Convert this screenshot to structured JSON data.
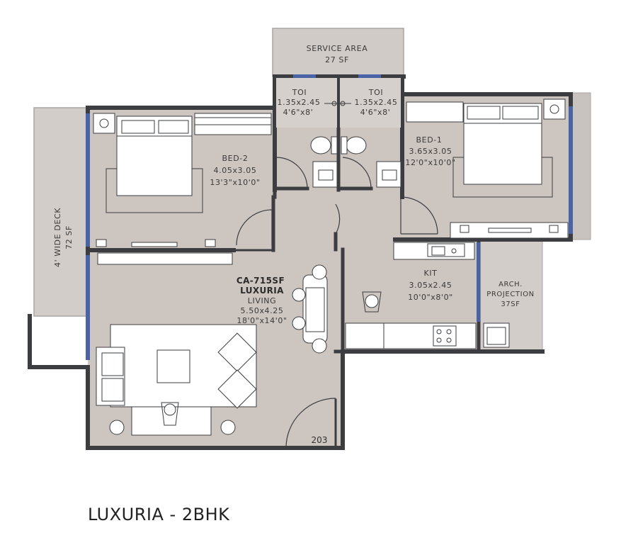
{
  "plan_title": "LUXURIA - 2BHK",
  "unit_number": "203",
  "rooms": {
    "service_area": {
      "name": "SERVICE AREA",
      "area": "27 SF"
    },
    "toi_left": {
      "name": "TOI",
      "size_m": "1.35x2.45",
      "size_ft": "4'6\"x8'"
    },
    "toi_right": {
      "name": "TOI",
      "size_m": "1.35x2.45",
      "size_ft": "4'6\"x8'"
    },
    "bed2": {
      "name": "BED-2",
      "size_m": "4.05x3.05",
      "size_ft": "13'3\"x10'0\""
    },
    "bed1": {
      "name": "BED-1",
      "size_m": "3.65x3.05",
      "size_ft": "12'0\"x10'0\""
    },
    "deck": {
      "name": "4' WIDE DECK",
      "area": "72 SF"
    },
    "living": {
      "carpet_area": "CA-715SF",
      "brand": "LUXURIA",
      "name": "LIVING",
      "size_m": "5.50x4.25",
      "size_ft": "18'0\"x14'0\""
    },
    "kit": {
      "name": "KIT",
      "size_m": "3.05x2.45",
      "size_ft": "10'0\"x8'0\""
    },
    "arch": {
      "name1": "ARCH.",
      "name2": "PROJECTION",
      "area": "37SF"
    }
  },
  "colors": {
    "floor": "#cdc5c0",
    "wall": "#3b3d40",
    "window": "#4a63a6",
    "deck": "#cfc9c6",
    "furniture": "#ffffff"
  }
}
